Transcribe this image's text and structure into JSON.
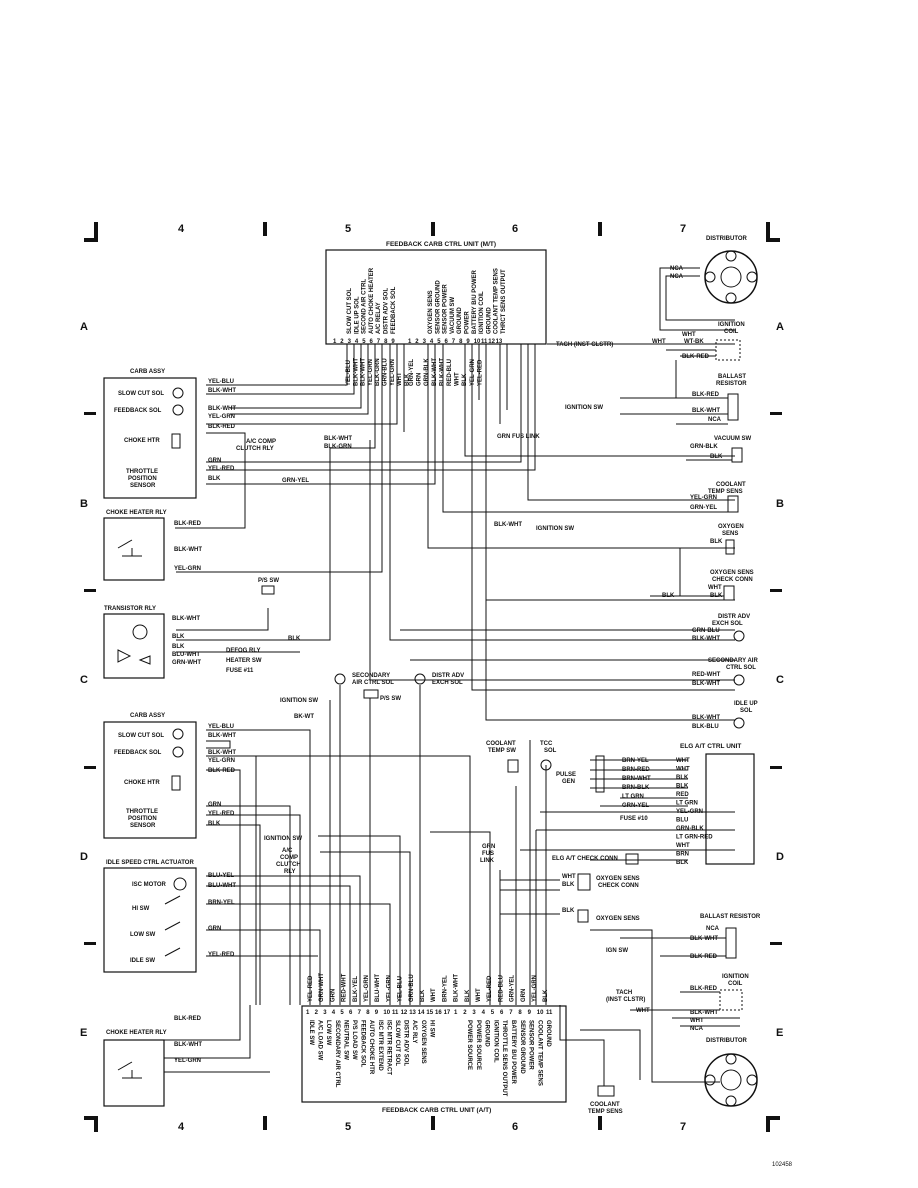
{
  "grid": {
    "columns": [
      "4",
      "5",
      "6",
      "7"
    ],
    "rows": [
      "A",
      "B",
      "C",
      "D",
      "E"
    ]
  },
  "top_ecu": {
    "title": "FEEDBACK CARB CTRL UNIT (M/T)",
    "pins": [
      "1",
      "2",
      "3",
      "4",
      "5",
      "6",
      "7",
      "8",
      "9",
      "1",
      "2",
      "3",
      "4",
      "5",
      "6",
      "7",
      "8",
      "9",
      "10",
      "11",
      "12",
      "13"
    ],
    "functions_left": [
      "SLOW CUT SOL",
      "IDLE UP SOL",
      "SECOND AIR CTRL",
      "AUTO CHOKE HEATER",
      "A/C RELAY",
      "DISTR ADV SOL",
      "FEEDBACK SOL"
    ],
    "functions_right": [
      "OXYGEN SENS",
      "SENSOR GROUND",
      "SENSOR POWER",
      "VACUUM SW",
      "GROUND",
      "POWER",
      "BATTERY B/U POWER",
      "IGNITION COIL",
      "GROUND",
      "COOLANT TEMP SENS",
      "THRCT SENS OUTPUT"
    ],
    "wire_colors": [
      "YEL-BLU",
      "BLK-WHT",
      "BLK-WHT",
      "YEL-GRN",
      "BLK-GRN",
      "GRN-BLU",
      "YEL-GRN",
      "WHT",
      "BLK",
      "GRN-YEL",
      "GRN",
      "GRN-BLK",
      "BLK-WHT",
      "BLK-WHT",
      "RED-BLU",
      "WHT",
      "BLK",
      "YEL-GRN",
      "YEL-RED"
    ],
    "fus_link": "GRN FUS LINK"
  },
  "top_left": {
    "carb_assy": "CARB ASSY",
    "slow_cut_sol": "SLOW CUT SOL",
    "feedback_sol": "FEEDBACK SOL",
    "choke_htr": "CHOKE HTR",
    "tps": [
      "THROTTLE",
      "POSITION",
      "SENSOR"
    ],
    "carb_wires": [
      "YEL-BLU",
      "BLK-WHT",
      "BLK-WHT",
      "YEL-GRN",
      "BLK-RED",
      "GRN",
      "YEL-RED",
      "BLK"
    ],
    "ac_comp": [
      "A/C COMP",
      "CLUTCH RLY"
    ],
    "ac_wires": [
      "BLK-WHT",
      "BLK-GRN"
    ],
    "grn_yel": "GRN-YEL",
    "choke_heater_rly": "CHOKE HEATER RLY",
    "chr_wires": [
      "BLK-RED",
      "BLK-WHT",
      "YEL-GRN"
    ],
    "ps_sw": "P/S SW",
    "blk": "BLK",
    "transistor_rly": "TRANSISTOR RLY",
    "tr_wires": [
      "BLK-WHT",
      "BLK",
      "BLK",
      "BLU-WHT",
      "GRN-WHT"
    ],
    "tr_outputs": [
      "DEFOG RLY",
      "HEATER SW",
      "FUSE #11"
    ]
  },
  "top_right": {
    "distributor": "DISTRIBUTOR",
    "nca": "NCA",
    "ignition_coil": [
      "IGNITION",
      "COIL"
    ],
    "tach": "TACH (INST CLSTR)",
    "wht": "WHT",
    "wt_bk": "WT-BK",
    "blk_red": "BLK-RED",
    "ballast_resistor": [
      "BALLAST",
      "RESISTOR"
    ],
    "ignition_sw": "IGNITION SW",
    "ballast_wires": [
      "BLK-RED",
      "BLK-WHT",
      "NCA"
    ],
    "vacuum_sw": "VACUUM SW",
    "vacuum_wires": [
      "GRN-BLK",
      "BLK"
    ],
    "coolant_temp_sens": [
      "COOLANT",
      "TEMP SENS"
    ],
    "coolant_wires": [
      "YEL-GRN",
      "GRN-YEL"
    ],
    "ign_feed": "BLK-WHT",
    "ign_feed_to": "IGNITION SW",
    "oxygen_sens": [
      "OXYGEN",
      "SENS"
    ],
    "oxygen_check_conn": [
      "OXYGEN SENS",
      "CHECK CONN"
    ],
    "distr_adv_exch_sol": [
      "DISTR ADV",
      "EXCH SOL"
    ],
    "distr_adv_wires": [
      "GRN-BLU",
      "BLK-WHT"
    ],
    "secondary_air_sol": [
      "SECONDARY AIR",
      "CTRL SOL"
    ],
    "secondary_air_wires": [
      "RED-WHT",
      "BLK-WHT"
    ],
    "idle_up_sol": [
      "IDLE UP",
      "SOL"
    ],
    "idle_up_wires": [
      "BLK-WHT",
      "BLK-BLU"
    ]
  },
  "bottom_left": {
    "carb_assy": "CARB ASSY",
    "slow_cut_sol": "SLOW CUT SOL",
    "feedback_sol": "FEEDBACK SOL",
    "choke_htr": "CHOKE HTR",
    "tps": [
      "THROTTLE",
      "POSITION",
      "SENSOR"
    ],
    "carb_wires": [
      "YEL-BLU",
      "BLK-WHT",
      "BLK-WHT",
      "YEL-GRN",
      "BLK-RED",
      "GRN",
      "YEL-RED",
      "BLK"
    ],
    "ignition_sw": "IGNITION SW",
    "bk_wt": "BK-WT",
    "secondary_air_sol": [
      "SECONDARY",
      "AIR CTRL SOL"
    ],
    "distr_adv_sol": [
      "DISTR ADV",
      "EXCH SOL"
    ],
    "ps_sw": "P/S SW",
    "ignition_sw2": "IGNITION SW",
    "ac_comp_clutch": [
      "A/C",
      "COMP",
      "CLUTCH",
      "RLY"
    ],
    "isca": "IDLE SPEED CTRL ACTUATOR",
    "isc_motor": "ISC MOTOR",
    "hi_sw": "HI SW",
    "low_sw": "LOW SW",
    "idle_sw": "IDLE SW",
    "isca_wires": [
      "BLU-YEL",
      "BLU-WHT",
      "BRN-YEL",
      "GRN",
      "YEL-RED"
    ],
    "choke_heater_rly": "CHOKE HEATER RLY",
    "chr_wires": [
      "BLK-RED",
      "BLK-WHT",
      "YEL-GRN"
    ]
  },
  "bottom_mid": {
    "coolant_temp_sw": [
      "COOLANT",
      "TEMP SW"
    ],
    "tcc_sol": [
      "TCC",
      "SOL"
    ],
    "pulse_gen": [
      "PULSE",
      "GEN"
    ],
    "fuse10": "FUSE #10",
    "grn_fus_link": [
      "GRN",
      "FUS",
      "LINK"
    ],
    "elg_check_conn": "ELG A/T CHECK CONN",
    "oxygen_check_conn": [
      "OXYGEN SENS",
      "CHECK CONN"
    ],
    "oxygen_sens": "OXYGEN SENS",
    "wht": "WHT",
    "blk": "BLK"
  },
  "elg_unit": {
    "title": "ELG A/T CTRL UNIT",
    "left_wires": [
      "BRN-YEL",
      "BRN-RED",
      "BRN-WHT",
      "BRN-BLK",
      "LT GRN",
      "GRN-YEL"
    ],
    "right_wires": [
      "WHT",
      "WHT",
      "BLK",
      "BLK",
      "RED",
      "LT GRN",
      "YEL-GRN",
      "BLU",
      "GRN-BLK",
      "LT GRN-RED",
      "WHT",
      "BRN",
      "BLK"
    ]
  },
  "bottom_right": {
    "ballast_resistor": "BALLAST RESISTOR",
    "ign_sw": "IGN SW",
    "br_wires": [
      "NCA",
      "BLK-WHT",
      "BLK-RED"
    ],
    "ignition_coil": [
      "IGNITION",
      "COIL"
    ],
    "tach": [
      "TACH",
      "(INST CLSTR)"
    ],
    "coil_wires": [
      "BLK-RED",
      "BLK-WHT",
      "WHT",
      "NCA",
      "WHT"
    ],
    "distributor": "DISTRIBUTOR"
  },
  "bottom_ecu": {
    "title": "FEEDBACK CARB CTRL UNIT (A/T)",
    "wire_colors": [
      "YEL-RED",
      "GRN-WHT",
      "GRN",
      "RED-WHT",
      "BLK-YEL",
      "YEL-GRN",
      "BLU-WHT",
      "YEL-GRN",
      "YEL-BLU",
      "GRN-BLU",
      "BLK",
      "WHT",
      "BRN-YEL",
      "BLK-WHT",
      "BLK",
      "WHT",
      "YEL-RED",
      "RED-BLU",
      "GRN-YEL",
      "GRN",
      "YEL-GRN",
      "BLK"
    ],
    "pins": [
      "1",
      "2",
      "3",
      "4",
      "5",
      "6",
      "7",
      "8",
      "9",
      "10",
      "11",
      "12",
      "13",
      "14",
      "15",
      "16",
      "17",
      "1",
      "2",
      "3",
      "4",
      "5",
      "6",
      "7",
      "8",
      "9",
      "10",
      "11"
    ],
    "functions_left": [
      "IDLE SW",
      "A/C LOAD SW",
      "LOW SW",
      "SECONDARY AIR CTRL",
      "NEUTRAL SW",
      "P/S LOAD SW",
      "FEEDBACK SOL",
      "AUTO CHOKE HTR",
      "ISC MTR EXTEND",
      "ISC MTR RETRACT",
      "SLOW CUT SOL",
      "DISTR ADV SOL",
      "A/C RLY",
      "OXYGEN SENS",
      "HI SW"
    ],
    "functions_right": [
      "POWER SOURCE",
      "POWER SOURCE",
      "GROUND",
      "IGNITION COIL",
      "THROTTLE SENS OUTPUT",
      "BATTERY B/U POWER",
      "SENSOR GROUND",
      "SENSOR POWER",
      "COOLANT TEMP SENS",
      "GROUND"
    ],
    "coolant_temp_sens": [
      "COOLANT",
      "TEMP SENS"
    ]
  },
  "code": "102458"
}
